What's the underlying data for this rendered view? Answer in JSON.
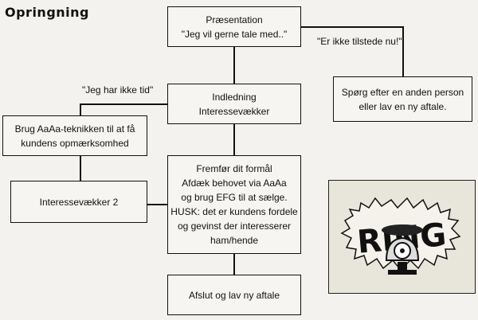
{
  "title": "Opringning",
  "nodes": {
    "presentation": [
      "Præsentation",
      "\"Jeg vil gerne tale med..\""
    ],
    "intro": [
      "Indledning",
      "Interessevækker"
    ],
    "other_person": [
      "Spørg efter en anden person",
      "eller lav en ny aftale."
    ],
    "technique": [
      "Brug AaAa-teknikken til at få",
      "kundens opmærksomhed"
    ],
    "interest2": [
      "Interessevækker 2"
    ],
    "purpose": [
      "Fremfør dit formål",
      "Afdæk behovet via AaAa",
      "og brug EFG til at sælge.",
      "HUSK: det er kundens fordele",
      "og gevinst der interesserer",
      "ham/hende"
    ],
    "close": [
      "Afslut og lav ny aftale"
    ]
  },
  "edge_labels": {
    "not_present": "\"Er ikke tilstede nu!\"",
    "no_time": "\"Jeg har ikke tid\""
  },
  "illustration": {
    "text": "RING",
    "icon": "ringing-telephone-icon"
  }
}
